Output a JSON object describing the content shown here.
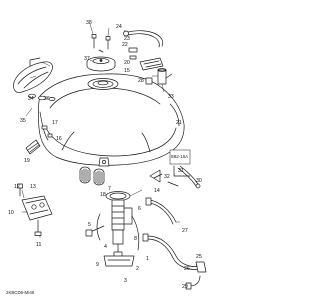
{
  "diagram": {
    "drawing_code": "2KBCD5-MI46",
    "ref_box": "5B2-15A",
    "callouts": [
      {
        "key": "c1",
        "label": "1"
      },
      {
        "key": "c2",
        "label": "2"
      },
      {
        "key": "c3",
        "label": "3"
      },
      {
        "key": "c4",
        "label": "4"
      },
      {
        "key": "c5",
        "label": "5"
      },
      {
        "key": "c6",
        "label": "6"
      },
      {
        "key": "c7",
        "label": "7"
      },
      {
        "key": "c8",
        "label": "8"
      },
      {
        "key": "c9",
        "label": "9"
      },
      {
        "key": "c10",
        "label": "10"
      },
      {
        "key": "c11",
        "label": "11"
      },
      {
        "key": "c12",
        "label": "12"
      },
      {
        "key": "c13",
        "label": "13"
      },
      {
        "key": "c14",
        "label": "14"
      },
      {
        "key": "c15",
        "label": "15"
      },
      {
        "key": "c16",
        "label": "16"
      },
      {
        "key": "c17",
        "label": "17"
      },
      {
        "key": "c18",
        "label": "18"
      },
      {
        "key": "c19",
        "label": "19"
      },
      {
        "key": "c20",
        "label": "20"
      },
      {
        "key": "c21",
        "label": "21"
      },
      {
        "key": "c22",
        "label": "22"
      },
      {
        "key": "c23",
        "label": "23"
      },
      {
        "key": "c24",
        "label": "24"
      },
      {
        "key": "c25",
        "label": "25"
      },
      {
        "key": "c26",
        "label": "26"
      },
      {
        "key": "c27",
        "label": "27"
      },
      {
        "key": "c28",
        "label": "28"
      },
      {
        "key": "c29",
        "label": "29"
      },
      {
        "key": "c30",
        "label": "30"
      },
      {
        "key": "c31",
        "label": "31"
      },
      {
        "key": "c32",
        "label": "32"
      },
      {
        "key": "c33",
        "label": "33"
      },
      {
        "key": "c34",
        "label": "34"
      },
      {
        "key": "c35",
        "label": "35"
      },
      {
        "key": "c36",
        "label": "36"
      },
      {
        "key": "c37",
        "label": "37"
      },
      {
        "key": "c38",
        "label": "38"
      }
    ]
  }
}
